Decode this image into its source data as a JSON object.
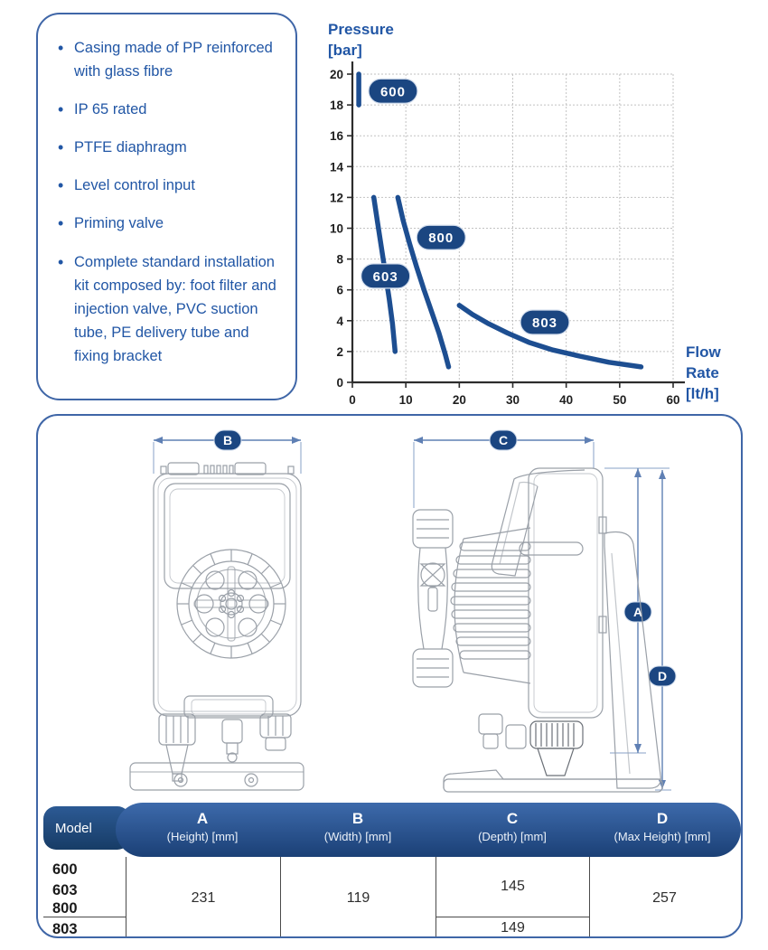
{
  "features": {
    "items": [
      "Casing made of PP reinforced with glass fibre",
      "IP 65 rated",
      "PTFE diaphragm",
      "Level control input",
      "Priming valve",
      "Complete standard installation kit composed by: foot filter and injection valve, PVC suction tube, PE delivery tube and fixing bracket"
    ]
  },
  "chart_data": {
    "type": "line",
    "title": "",
    "ylabel": "Pressure [bar]",
    "xlabel": "Flow Rate [lt/h]",
    "ylabel_lines": [
      "Pressure",
      "[bar]"
    ],
    "xlabel_lines": [
      "Flow",
      "Rate",
      "[lt/h]"
    ],
    "xlim": [
      0,
      60
    ],
    "ylim": [
      0,
      20
    ],
    "xticks": [
      0,
      10,
      20,
      30,
      40,
      50,
      60
    ],
    "yticks": [
      0,
      2,
      4,
      6,
      8,
      10,
      12,
      14,
      16,
      18,
      20
    ],
    "grid": true,
    "legend_position": "on-curve-pills",
    "series": [
      {
        "name": "600",
        "points": [
          [
            1.2,
            18
          ],
          [
            1.2,
            20
          ]
        ],
        "label_pos": [
          7.6,
          18.9
        ]
      },
      {
        "name": "603",
        "points": [
          [
            4,
            12
          ],
          [
            4.7,
            10.4
          ],
          [
            5.4,
            8.8
          ],
          [
            6.2,
            7.0
          ],
          [
            6.9,
            5.4
          ],
          [
            7.5,
            3.8
          ],
          [
            8,
            2
          ]
        ],
        "label_pos": [
          6.2,
          6.9
        ]
      },
      {
        "name": "800",
        "points": [
          [
            8.5,
            12
          ],
          [
            9.5,
            10.5
          ],
          [
            10.7,
            9.0
          ],
          [
            12,
            7.5
          ],
          [
            13.4,
            6.0
          ],
          [
            14.8,
            4.6
          ],
          [
            16.2,
            3.2
          ],
          [
            17.4,
            1.8
          ],
          [
            18,
            1
          ]
        ],
        "label_pos": [
          16.6,
          9.4
        ]
      },
      {
        "name": "803",
        "points": [
          [
            20,
            5
          ],
          [
            22.5,
            4.4
          ],
          [
            25.5,
            3.8
          ],
          [
            29,
            3.2
          ],
          [
            33,
            2.6
          ],
          [
            37.5,
            2.1
          ],
          [
            42.5,
            1.7
          ],
          [
            48,
            1.3
          ],
          [
            54,
            1
          ]
        ],
        "label_pos": [
          36,
          3.9
        ]
      }
    ],
    "curve_color": "#1d4e91",
    "pill_color": "#1b4681",
    "pill_text_color": "#ffffff",
    "axis_color": "#2d2d2d",
    "grid_color": "#c2c2c2",
    "label_color": "#2156a5",
    "tick_color": "#1f1f1f"
  },
  "dimensions": {
    "width_label": "B",
    "depth_label": "C",
    "height_label": "A",
    "max_height_label": "D"
  },
  "table": {
    "model_header": "Model",
    "columns": [
      {
        "letter": "A",
        "sub": "(Height) [mm]"
      },
      {
        "letter": "B",
        "sub": "(Width) [mm]"
      },
      {
        "letter": "C",
        "sub": "(Depth) [mm]"
      },
      {
        "letter": "D",
        "sub": "(Max Height) [mm]"
      }
    ],
    "model_rows_top": [
      "600",
      "603",
      "800"
    ],
    "model_rows_bottom": [
      "803"
    ],
    "values": {
      "a": "231",
      "b": "119",
      "c_top": "145",
      "c_bottom": "149",
      "d": "257"
    }
  },
  "colors": {
    "accent_blue": "#2156a5",
    "navy": "#1b4681",
    "box_border": "#3f66a7",
    "drawing_gray": "#9aa0a8"
  }
}
